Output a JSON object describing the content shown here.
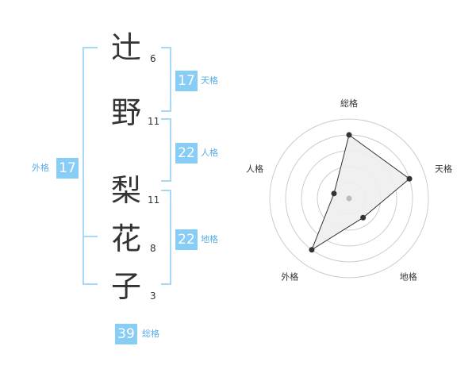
{
  "colors": {
    "accent_box": "#88cdf6",
    "accent_text": "#5aaee8",
    "bracket": "#a8d8f8",
    "grid": "#cccccc",
    "polygon_fill": "#eeeeee",
    "polygon_stroke": "#333333",
    "dot": "#333333",
    "center_dot": "#bbbbbb"
  },
  "name": {
    "chars": [
      {
        "char": "辻",
        "strokes": "6"
      },
      {
        "char": "野",
        "strokes": "11"
      },
      {
        "char": "梨",
        "strokes": "11"
      },
      {
        "char": "花",
        "strokes": "8"
      },
      {
        "char": "子",
        "strokes": "3"
      }
    ]
  },
  "kakusu": {
    "tenkaku": {
      "value": "17",
      "label": "天格"
    },
    "jinkaku": {
      "value": "22",
      "label": "人格"
    },
    "chikaku": {
      "value": "22",
      "label": "地格"
    },
    "gaikaku": {
      "value": "17",
      "label": "外格"
    },
    "soukaku": {
      "value": "39",
      "label": "総格"
    }
  },
  "chart_data": {
    "type": "radar",
    "axes": [
      "総格",
      "天格",
      "地格",
      "外格",
      "人格"
    ],
    "values": [
      4,
      4,
      1.5,
      4,
      1
    ],
    "rmax": 5,
    "rings": 5
  }
}
